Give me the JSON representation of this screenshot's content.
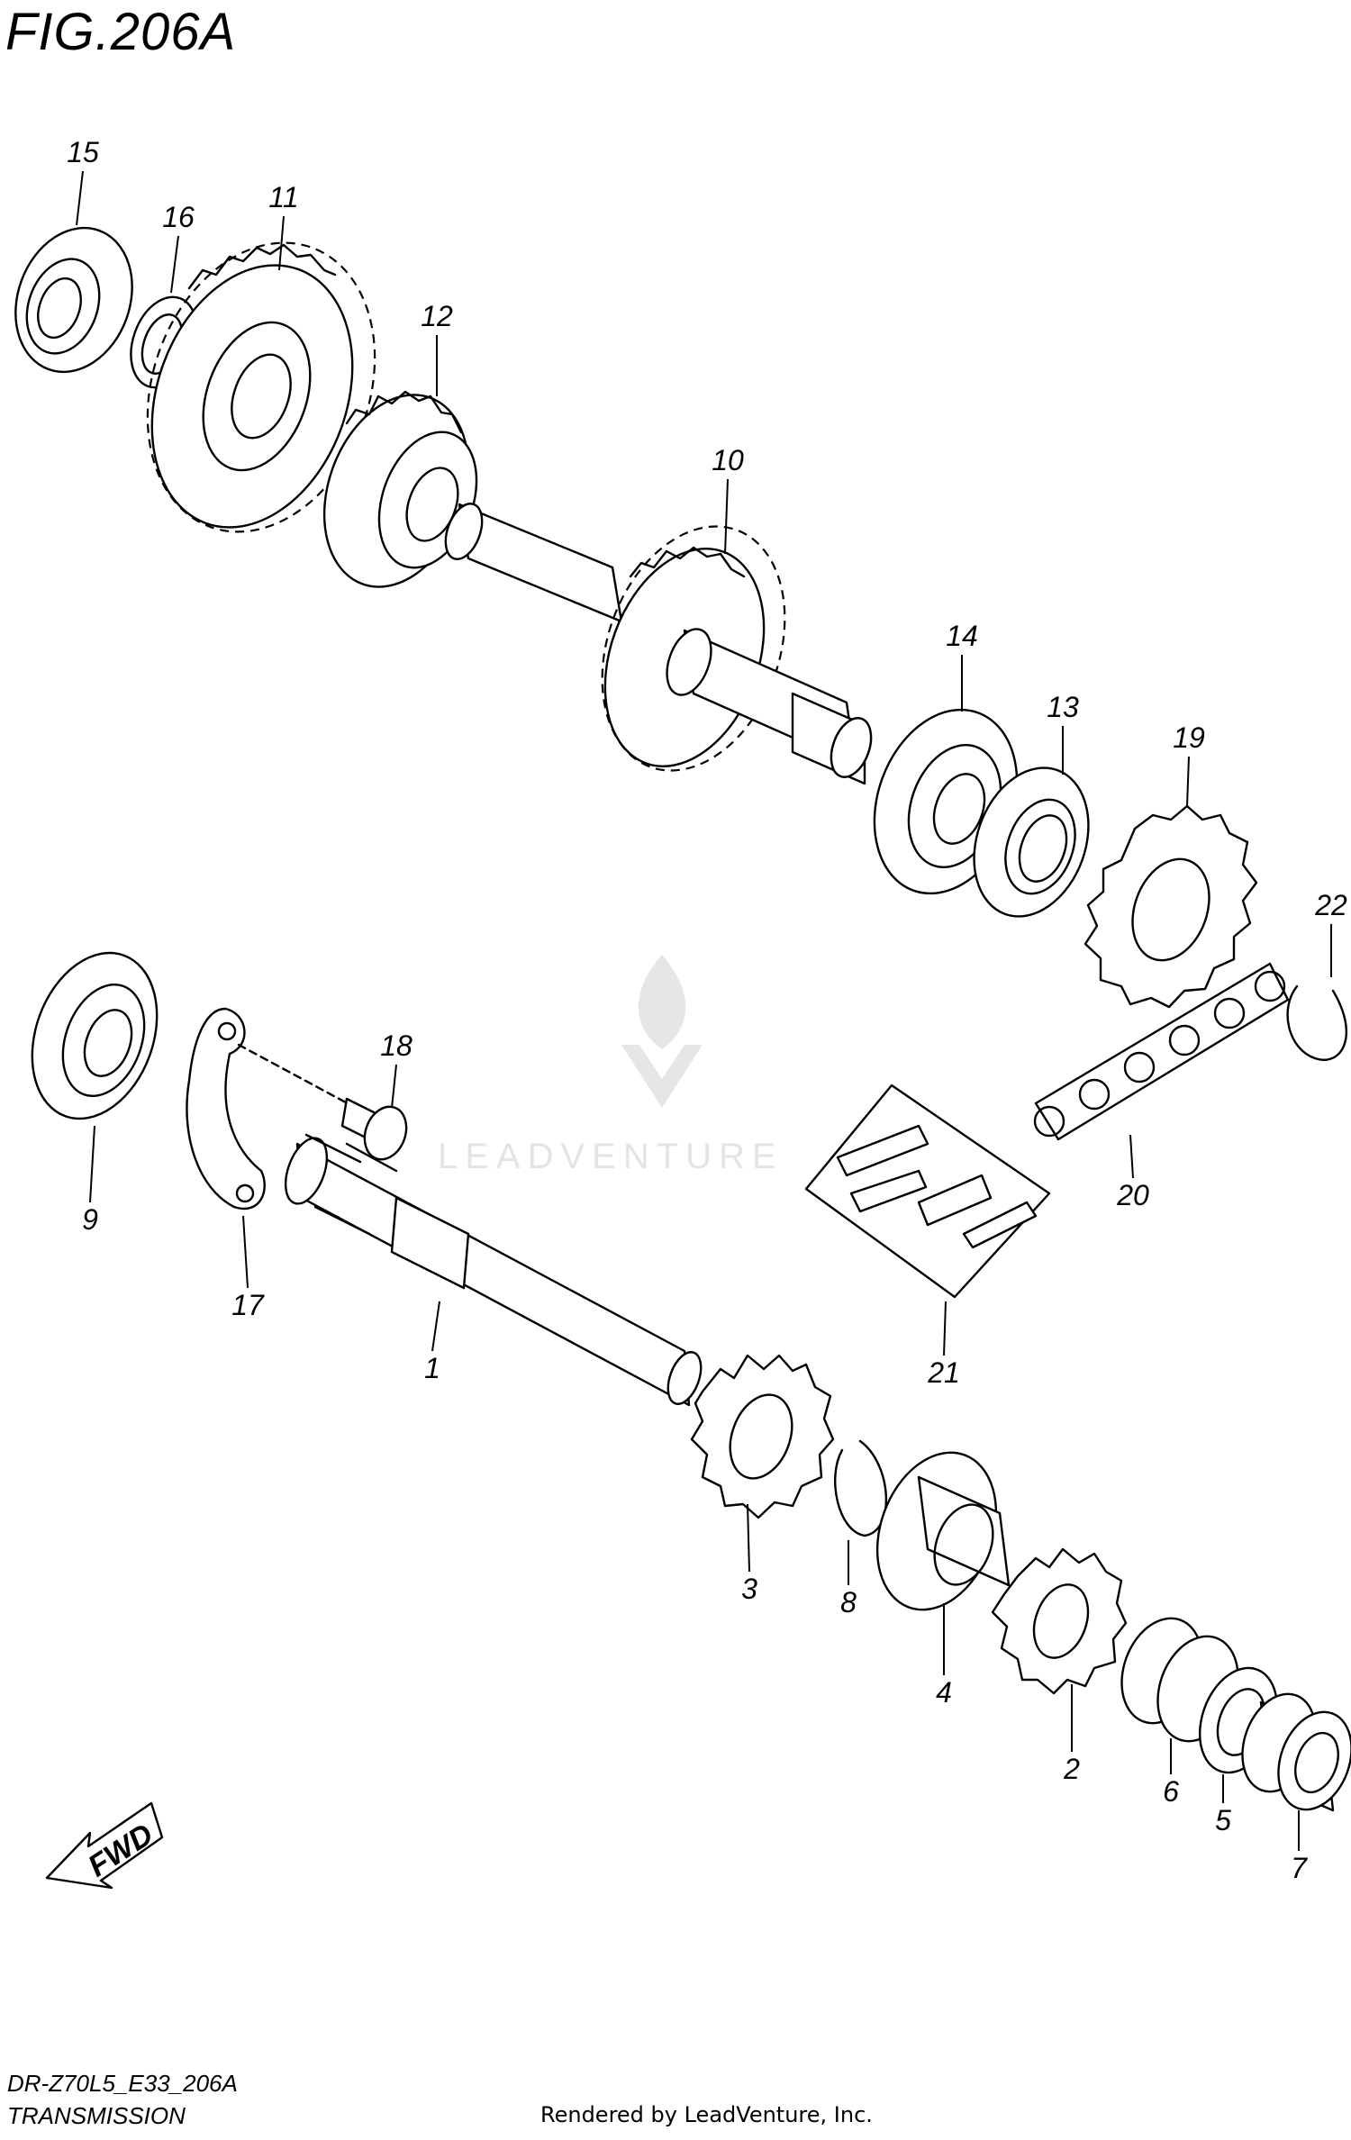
{
  "figure": {
    "title": "FIG.206A",
    "code": "DR-Z70L5_E33_206A",
    "subtitle": "TRANSMISSION",
    "credit": "Rendered by LeadVenture, Inc.",
    "watermark": "LEADVENTURE",
    "fwd_label": "FWD"
  },
  "callouts": [
    {
      "number": "1"
    },
    {
      "number": "2"
    },
    {
      "number": "3"
    },
    {
      "number": "4"
    },
    {
      "number": "5"
    },
    {
      "number": "6"
    },
    {
      "number": "7"
    },
    {
      "number": "8"
    },
    {
      "number": "9"
    },
    {
      "number": "10"
    },
    {
      "number": "11"
    },
    {
      "number": "12"
    },
    {
      "number": "13"
    },
    {
      "number": "14"
    },
    {
      "number": "15"
    },
    {
      "number": "16"
    },
    {
      "number": "17"
    },
    {
      "number": "18"
    },
    {
      "number": "19"
    },
    {
      "number": "20"
    },
    {
      "number": "21"
    },
    {
      "number": "22"
    }
  ],
  "colors": {
    "ink": "#000000",
    "watermark": "#e4e4e4",
    "background": "#ffffff"
  }
}
